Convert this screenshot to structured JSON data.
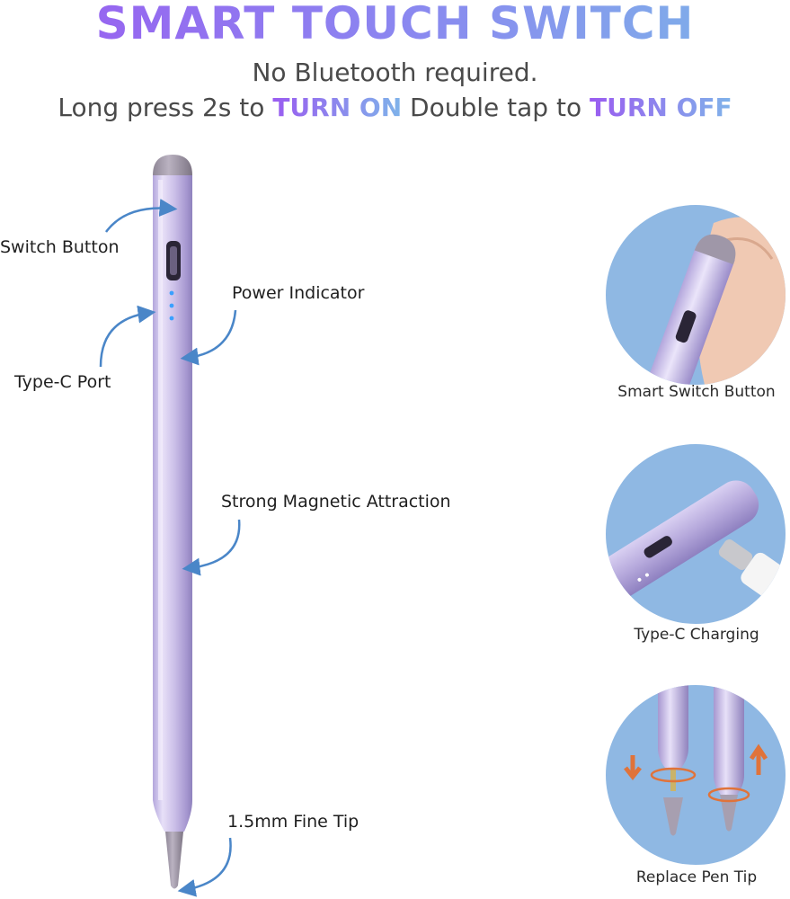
{
  "header": {
    "title": "SMART TOUCH SWITCH",
    "subtitle": "No Bluetooth required.",
    "instruction_part1": "Long press 2s to ",
    "instruction_on": "TURN ON",
    "instruction_part2": " Double tap to ",
    "instruction_off": "TURN OFF"
  },
  "callouts": {
    "switch_button": "Switch Button",
    "power_indicator": "Power Indicator",
    "type_c_port": "Type-C Port",
    "magnetic": "Strong Magnetic Attraction",
    "fine_tip": "1.5mm Fine Tip"
  },
  "features": [
    {
      "caption": "Smart Switch Button",
      "icon": "finger-on-cap"
    },
    {
      "caption": "Type-C Charging",
      "icon": "usb-c-plug"
    },
    {
      "caption": "Replace Pen Tip",
      "icon": "pen-tip-swap"
    }
  ],
  "colors": {
    "pen_body": "#cdc2ea",
    "pen_cap": "#a79fb0",
    "circle_bg": "#8fb8e3",
    "arrow": "#4a86c8",
    "accent_purple": "#9a5cf0",
    "accent_blue": "#7fb3ea",
    "led": "#3aa0ff"
  }
}
